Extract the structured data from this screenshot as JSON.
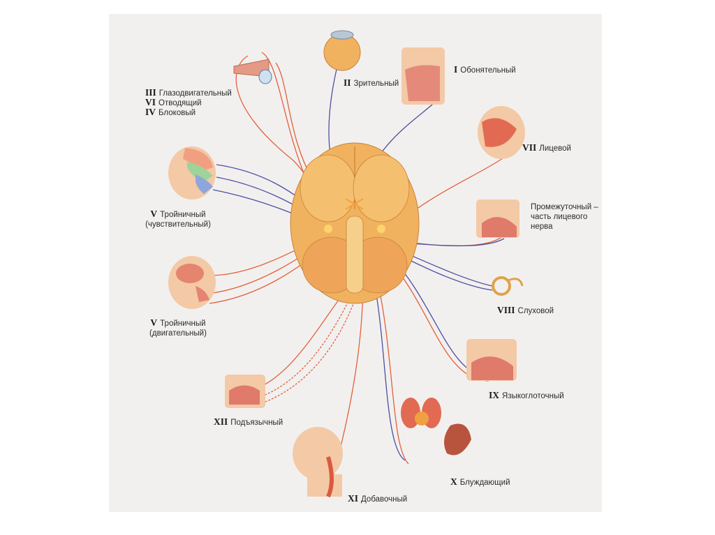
{
  "colors": {
    "background": "#f2f0ef",
    "motor_nerve": "#e2603a",
    "sensory_nerve": "#4c4fa0",
    "brain": "#f0b25e",
    "skin": "#f3c9a6"
  },
  "nerves": [
    {
      "id": "III",
      "name": "Глазодвигательный"
    },
    {
      "id": "VI",
      "name": "Отводящий"
    },
    {
      "id": "IV",
      "name": "Блоковый"
    },
    {
      "id": "II",
      "name": "Зрительный"
    },
    {
      "id": "I",
      "name": "Обонятельный"
    },
    {
      "id": "VII",
      "name": "Лицевой"
    },
    {
      "id": "",
      "name_lines": [
        "Промежуточный –",
        "часть лицевого",
        "нерва"
      ]
    },
    {
      "id": "V",
      "name_lines": [
        "Тройничный",
        "(чувствительный)"
      ]
    },
    {
      "id": "V",
      "name_lines": [
        "Тройничный",
        "(двигательный)"
      ]
    },
    {
      "id": "VIII",
      "name": "Слуховой"
    },
    {
      "id": "IX",
      "name": "Языкоглоточный"
    },
    {
      "id": "XII",
      "name": "Подъязычный"
    },
    {
      "id": "X",
      "name": "Блуждающий"
    },
    {
      "id": "XI",
      "name": "Добавочный"
    }
  ]
}
